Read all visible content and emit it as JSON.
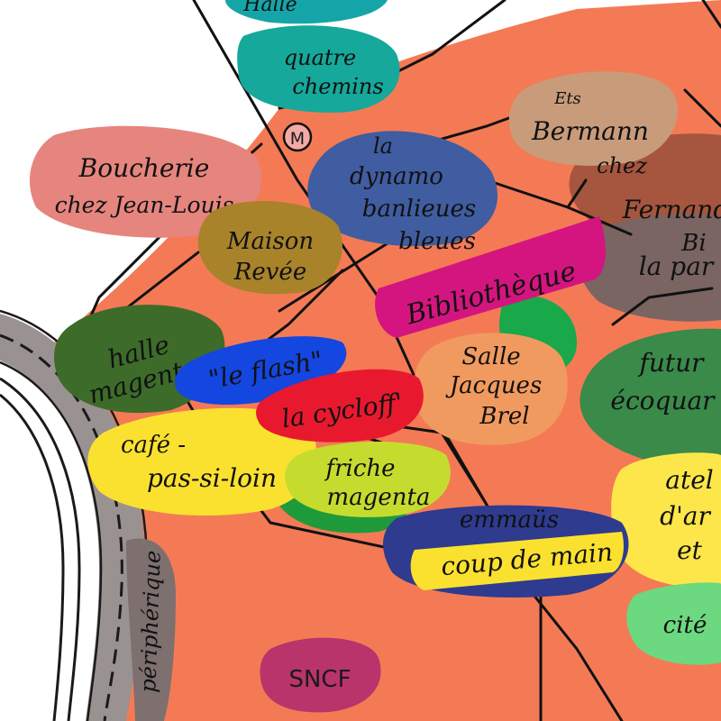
{
  "colors": {
    "background": "#ffffff",
    "district": "#f47a55",
    "ring_road": "#9a9291",
    "ink": "#111111"
  },
  "icons": {
    "metro": "metro-m-icon"
  },
  "labels": {
    "top_partial": "Halle",
    "quatre_chemins_1": "quatre",
    "quatre_chemins_2": "chemins",
    "metro": "M",
    "boucherie_1": "Boucherie",
    "boucherie_2": "chez Jean-Louis",
    "dynamo_1": "la",
    "dynamo_2": "dynamo",
    "dynamo_3": "banlieues",
    "dynamo_4": "bleues",
    "bermann_1": "Ets",
    "bermann_2": "Bermann",
    "fernand_1": "chez",
    "fernand_2": "Fernand",
    "bi_la_par_1": "Bi",
    "bi_la_par_2": "la par",
    "maison_1": "Maison",
    "maison_2": "Revée",
    "bibliotheque": "Bibliothèque",
    "halle_1": "halle",
    "halle_2": "magenta",
    "flash": "\"le flash\"",
    "cycloff": "la cycloff'",
    "salle_1": "Salle",
    "salle_2": "Jacques",
    "salle_3": "Brel",
    "futur_1": "futur",
    "futur_2": "écoquar",
    "cafe_1": "café -",
    "cafe_2": "pas-si-loin",
    "friche_1": "friche",
    "friche_2": "magenta",
    "emmaus": "emmaüs",
    "coup": "coup de main",
    "atelier_1": "atel",
    "atelier_2": "d'ar",
    "atelier_3": "et",
    "cite": "cité",
    "sncf": "SNCF",
    "peripherique": "périphérique"
  }
}
